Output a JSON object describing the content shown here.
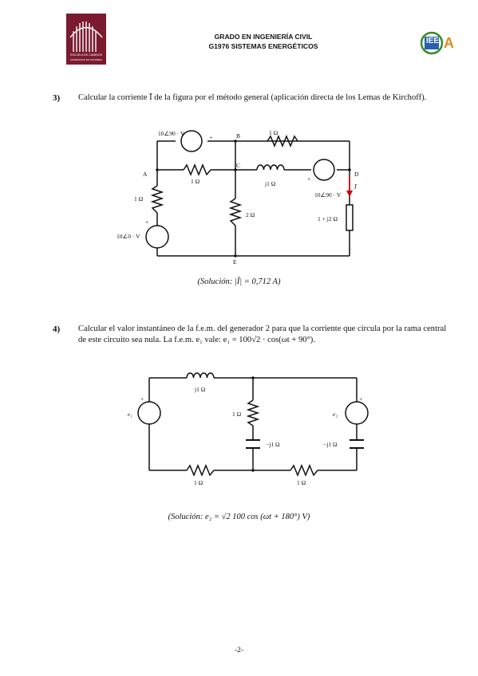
{
  "header": {
    "logo_left_text_1": "ESCUELA DE CAMINOS",
    "logo_left_text_2": "UNIVERSIDAD DE CANTABRIA",
    "title_line1": "GRADO EN INGENIERÍA CIVIL",
    "title_line2": "G1976 SISTEMAS ENERGÉTICOS",
    "logo_right_text": "IEE",
    "logo_right_mark": "A"
  },
  "problem3": {
    "number": "3)",
    "text": "Calcular la corriente Ī de la figura por el método general (aplicación directa de los Lemas de Kirchoff).",
    "labels": {
      "source_top": "10∠90 · V",
      "source_left": "10∠0 · V",
      "source_right": "10∠90 · V",
      "node_a": "A",
      "node_b": "B",
      "node_c": "C",
      "node_d": "D",
      "node_e": "E",
      "r_bc_top": "1 Ω",
      "r_ac": "1 Ω",
      "r_left": "1 Ω",
      "r_mid": "2 Ω",
      "ind_cd": "j1 Ω",
      "imp_right": "1 + j2 Ω",
      "current": "Ī",
      "plus": "+"
    },
    "solution": "(Solución: |Ī| = 0,712 A)"
  },
  "problem4": {
    "number": "4)",
    "text": "Calcular el valor instantáneo de la f.e.m. del generador 2 para que la corriente que circula por la rama central de este circuito sea nula. La f.e.m. e₁ vale: e₁ = 100√2 · cos(ωt + 90°).",
    "labels": {
      "e1": "e₁",
      "e2": "e₂",
      "ind_top": "j1 Ω",
      "r_mid": "1 Ω",
      "cap_mid": "−j1 Ω",
      "cap_right": "−j1 Ω",
      "r_bottom_left": "1 Ω",
      "r_bottom_right": "1 Ω",
      "plus": "+"
    },
    "solution": "(Solución: e₂ = √2 100 cos (ωt + 180°) V)"
  },
  "footer": {
    "page_number": "-2-"
  },
  "colors": {
    "logo_bg": "#7a1b30",
    "current_arrow": "#cc0000",
    "ee_green": "#3a8a2a",
    "ee_blue": "#2a5fb0",
    "a_orange": "#e08a20"
  }
}
